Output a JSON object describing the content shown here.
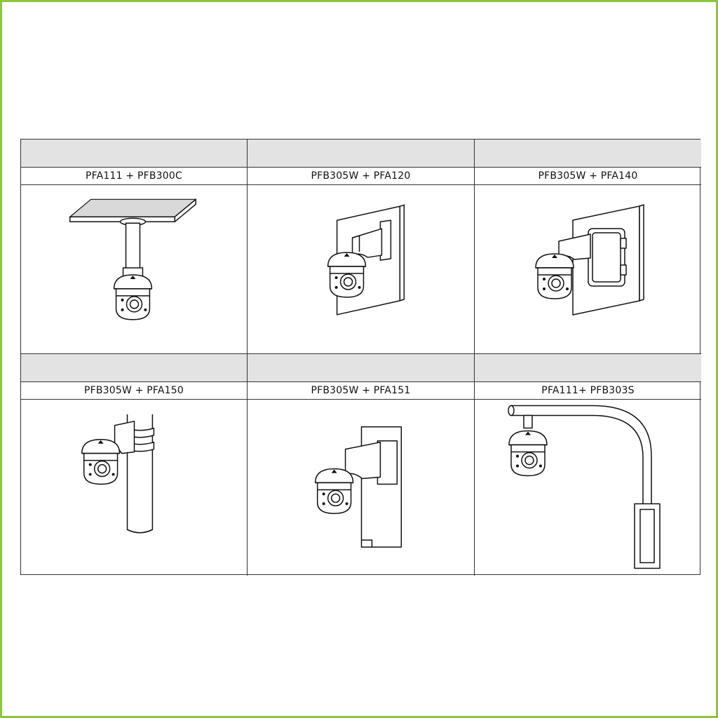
{
  "mounts": [
    {
      "label": "PFA111 + PFB300C"
    },
    {
      "label": "PFB305W + PFA120"
    },
    {
      "label": "PFB305W + PFA140"
    },
    {
      "label": "PFB305W + PFA150"
    },
    {
      "label": "PFB305W + PFA151"
    },
    {
      "label": "PFA111+ PFB303S"
    }
  ],
  "colors": {
    "frame": "#8cc63f",
    "header_fill": "#e3e3e3",
    "line": "#111111"
  }
}
